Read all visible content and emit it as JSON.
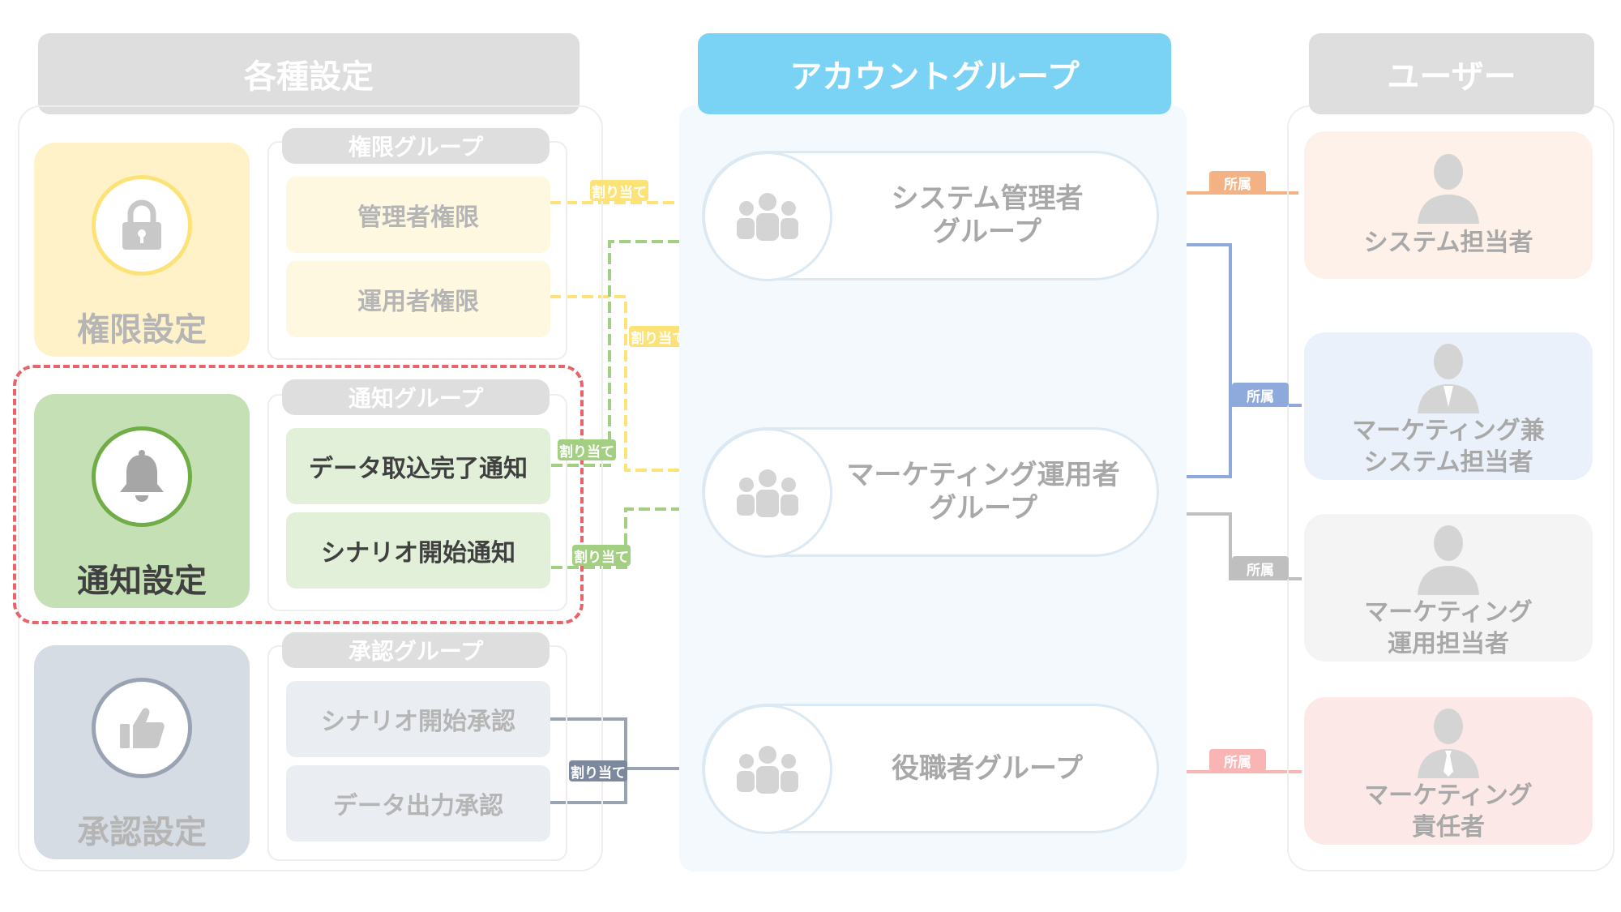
{
  "columns": {
    "settings": "各種設定",
    "account_group": "アカウントグループ",
    "users": "ユーザー"
  },
  "categories": {
    "permission": {
      "label": "権限設定",
      "icon": "lock-icon"
    },
    "notification": {
      "label": "通知設定",
      "icon": "bell-icon"
    },
    "approval": {
      "label": "承認設定",
      "icon": "thumbs-up-icon"
    }
  },
  "subgroups": {
    "permission": {
      "title": "権限グループ",
      "items": [
        "管理者権限",
        "運用者権限"
      ]
    },
    "notification": {
      "title": "通知グループ",
      "items": [
        "データ取込完了通知",
        "シナリオ開始通知"
      ]
    },
    "approval": {
      "title": "承認グループ",
      "items": [
        "シナリオ開始承認",
        "データ出力承認"
      ]
    }
  },
  "account_groups": [
    {
      "lines": [
        "システム管理者",
        "グループ"
      ]
    },
    {
      "lines": [
        "マーケティング運用者",
        "グループ"
      ]
    },
    {
      "lines": [
        "役職者グループ"
      ]
    }
  ],
  "users": [
    {
      "lines": [
        "システム担当者"
      ]
    },
    {
      "lines": [
        "マーケティング兼",
        "システム担当者"
      ]
    },
    {
      "lines": [
        "マーケティング",
        "運用担当者"
      ]
    },
    {
      "lines": [
        "マーケティング",
        "責任者"
      ]
    }
  ],
  "tags": {
    "assign": "割り当て",
    "belong": "所属"
  },
  "colors": {
    "header_gray": "#dedede",
    "header_blue": "#7ad3f5",
    "permission_yellow": "#fde377",
    "notification_green": "#a3cf82",
    "approval_slate": "#7c889e",
    "highlight_red": "#e8636a",
    "belong_orange": "#f4b183",
    "belong_blue": "#8ea9db",
    "belong_gray": "#bfbfbf",
    "belong_pink": "#f9b4b4"
  }
}
